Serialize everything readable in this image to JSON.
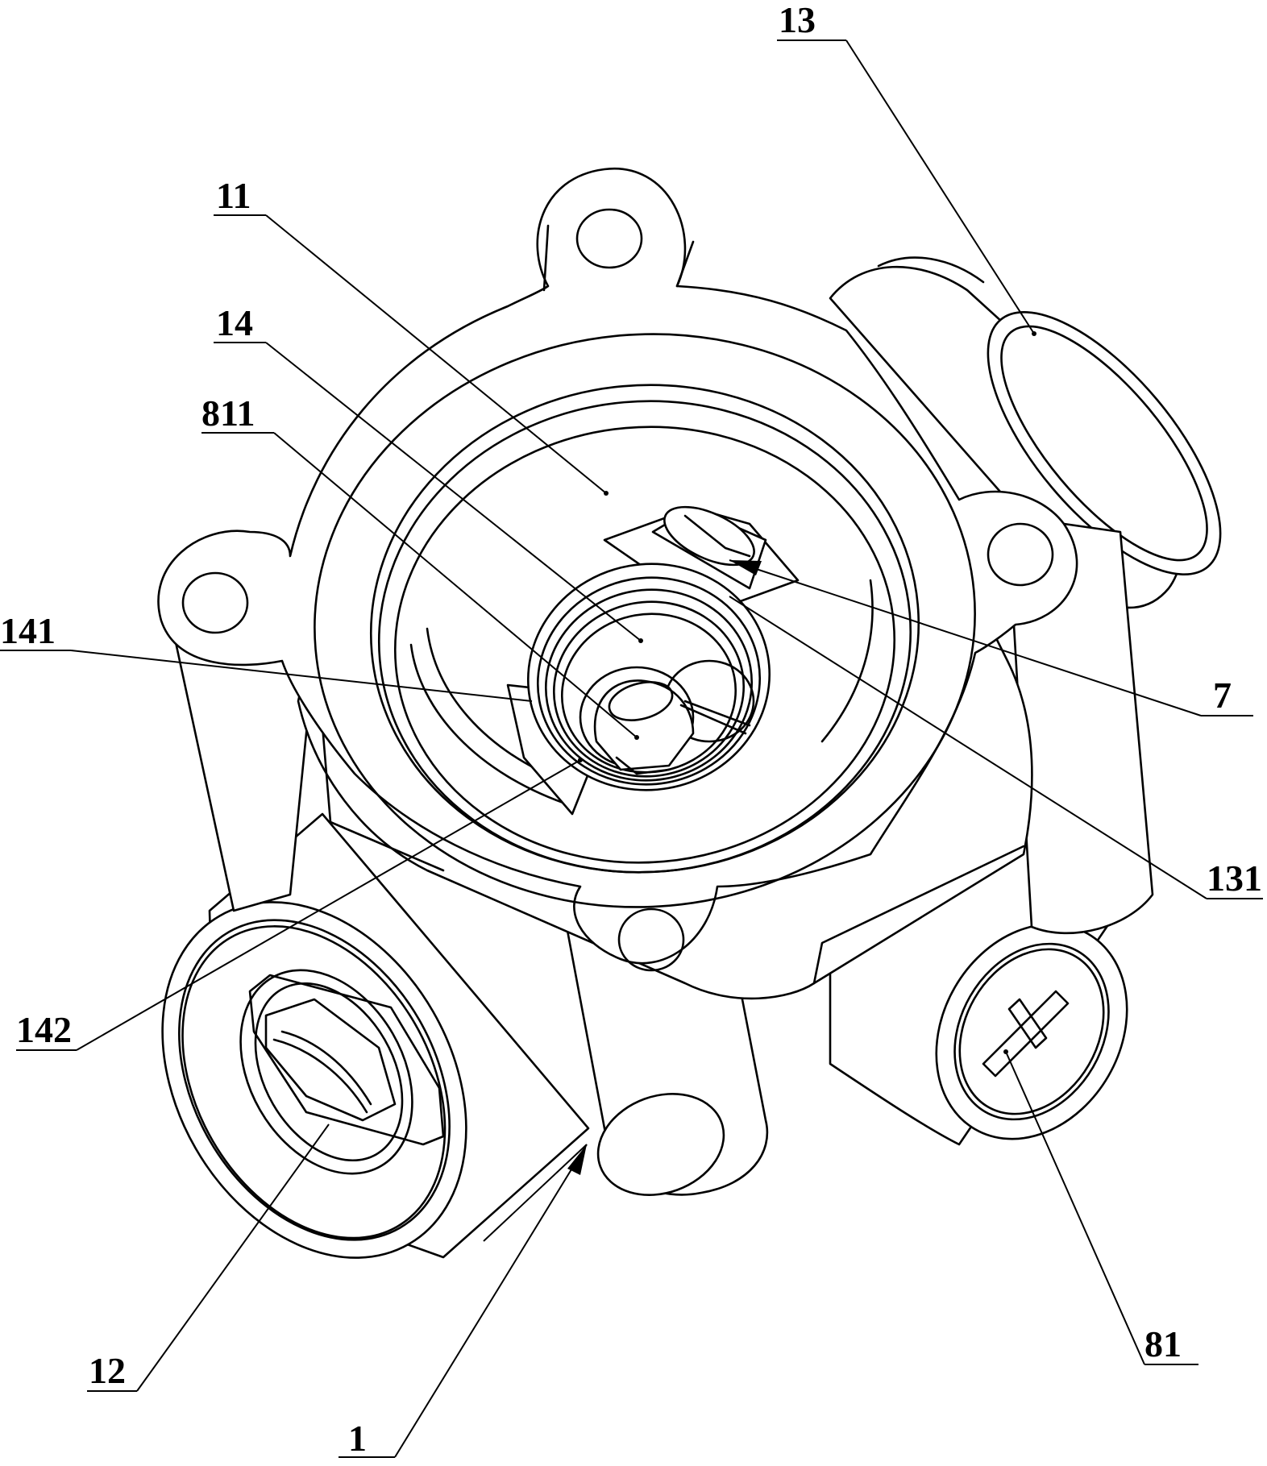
{
  "labels": {
    "l13": "13",
    "l11": "11",
    "l14": "14",
    "l811": "811",
    "l141": "141",
    "l7": "7",
    "l131": "131",
    "l142": "142",
    "l81": "81",
    "l12": "12",
    "l1": "1"
  }
}
